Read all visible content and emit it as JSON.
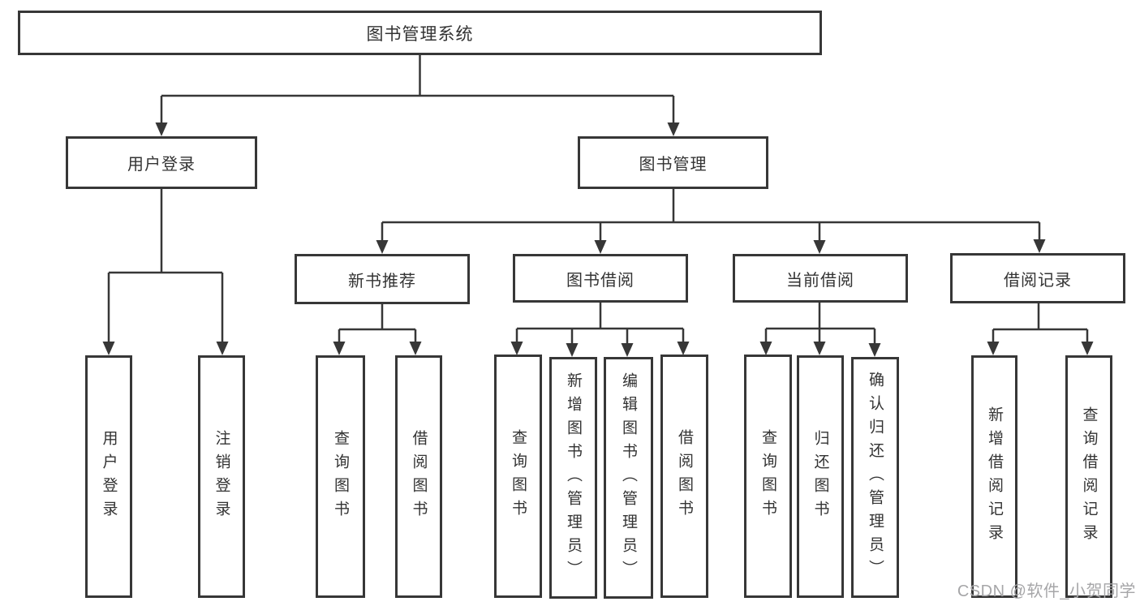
{
  "colors": {
    "background": "#ffffff",
    "box_border": "#373737",
    "connector_line": "#373737",
    "text": "#333333",
    "watermark_text": "#a6a6a8"
  },
  "watermark": {
    "text": "CSDN @软件_小贺同学"
  },
  "diagram": {
    "type": "hierarchy-tree",
    "root": {
      "label": "图书管理系统",
      "children": [
        {
          "label": "用户登录",
          "children": [
            {
              "label": "用户登录"
            },
            {
              "label": "注销登录"
            }
          ]
        },
        {
          "label": "图书管理",
          "children": [
            {
              "label": "新书推荐",
              "children": [
                {
                  "label": "查询图书"
                },
                {
                  "label": "借阅图书"
                }
              ]
            },
            {
              "label": "图书借阅",
              "children": [
                {
                  "label": "查询图书"
                },
                {
                  "label": "新增图书（管理员）"
                },
                {
                  "label": "编辑图书（管理员）"
                },
                {
                  "label": "借阅图书"
                }
              ]
            },
            {
              "label": "当前借阅",
              "children": [
                {
                  "label": "查询图书"
                },
                {
                  "label": "归还图书"
                },
                {
                  "label": "确认归还（管理员）"
                }
              ]
            },
            {
              "label": "借阅记录",
              "children": [
                {
                  "label": "新增借阅记录"
                },
                {
                  "label": "查询借阅记录"
                }
              ]
            }
          ]
        }
      ]
    }
  }
}
